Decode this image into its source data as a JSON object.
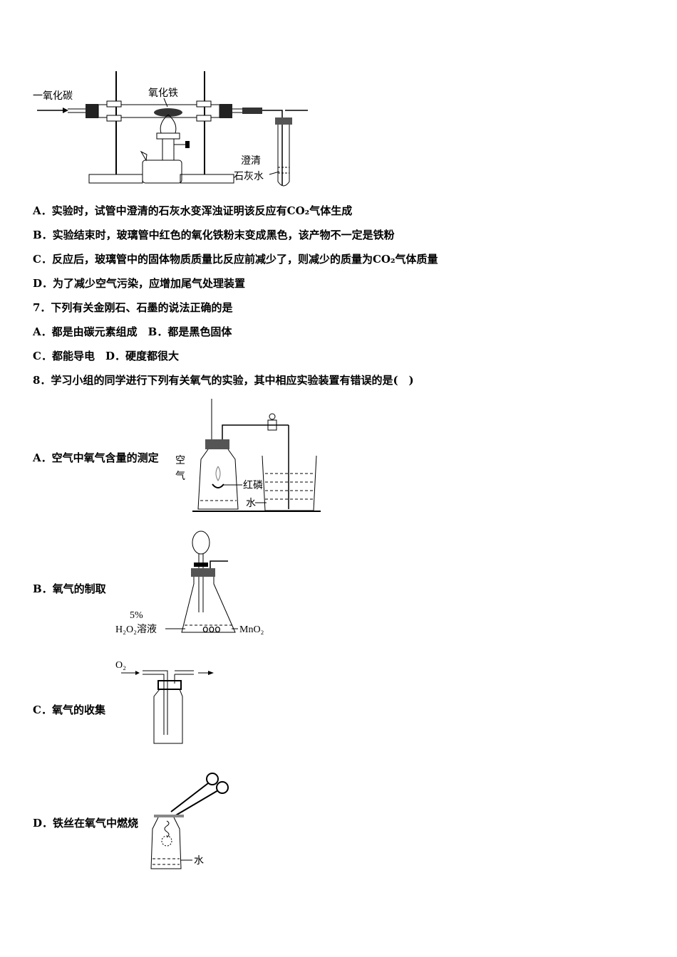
{
  "fig1": {
    "co_label": "一氧化碳",
    "fe2o3_label": "氧化铁",
    "limewater_line1": "澄清",
    "limewater_line2": "石灰水"
  },
  "q6": {
    "a": "A．实验时，试管中澄清的石灰水变浑浊证明该反应有CO₂气体生成",
    "b": "B．实验结束时，玻璃管中红色的氧化铁粉末变成黑色，该产物不一定是铁粉",
    "c": "C．反应后，玻璃管中的固体物质质量比反应前减少了，则减少的质量为CO₂气体质量",
    "d": "D．为了减少空气污染，应增加尾气处理装置"
  },
  "q7": {
    "stem": "7．下列有关金刚石、石墨的说法正确的是",
    "ab": "A．都是由碳元素组成　B．都是黑色固体",
    "cd": "C．都能导电　D．硬度都很大"
  },
  "q8": {
    "stem": "8．学习小组的同学进行下列有关氧气的实验，其中相应实验装置有错误的是(　)",
    "a": "A．空气中氧气含量的测定",
    "a_air": "空气",
    "a_red_p": "红磷",
    "a_water": "水",
    "b": "B．氧气的制取",
    "b_pct": "5%",
    "b_h2o2": "H₂O₂溶液",
    "b_mno2": "MnO₂",
    "c": "C．氧气的收集",
    "c_o2": "O₂",
    "d": "D．铁丝在氧气中燃烧",
    "d_water": "水"
  }
}
